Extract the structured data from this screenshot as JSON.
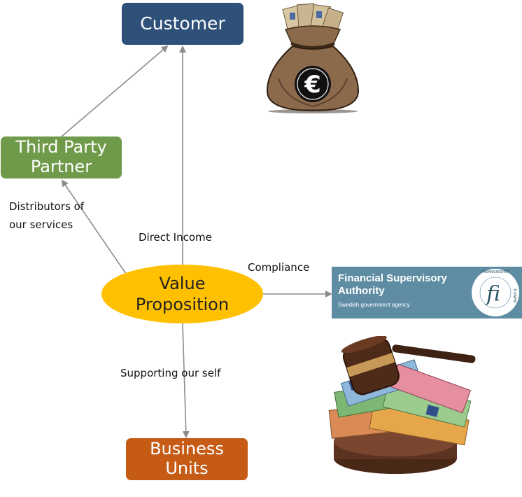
{
  "nodes": {
    "customer": "Customer",
    "third_party": [
      "Third Party",
      "Partner"
    ],
    "value_proposition": [
      "Value",
      "Proposition"
    ],
    "business_units": [
      "Business",
      "Units"
    ]
  },
  "edge_labels": {
    "distributors": [
      "Distributors of",
      "our services"
    ],
    "direct_income": "Direct Income",
    "compliance": "Compliance",
    "supporting": "Supporting our self"
  },
  "fsa_banner": {
    "title": [
      "Financial Supervisory",
      "Authority"
    ],
    "subtitle": "Swedish government agency",
    "logo_ring_text": "FINANSINSPEKTIONEN",
    "logo_mark": "fi"
  },
  "images": {
    "money_bag_symbol": "€",
    "money_bag_icon": "money-bag-icon",
    "gavel_icon": "gavel-with-banknotes-icon"
  },
  "colors": {
    "customer": "#2e5079",
    "third_party": "#6f9a4a",
    "value_proposition": "#ffc000",
    "business_units": "#c55b14",
    "fsa_banner": "#5e8da3",
    "arrows": "#8c8c8c"
  }
}
